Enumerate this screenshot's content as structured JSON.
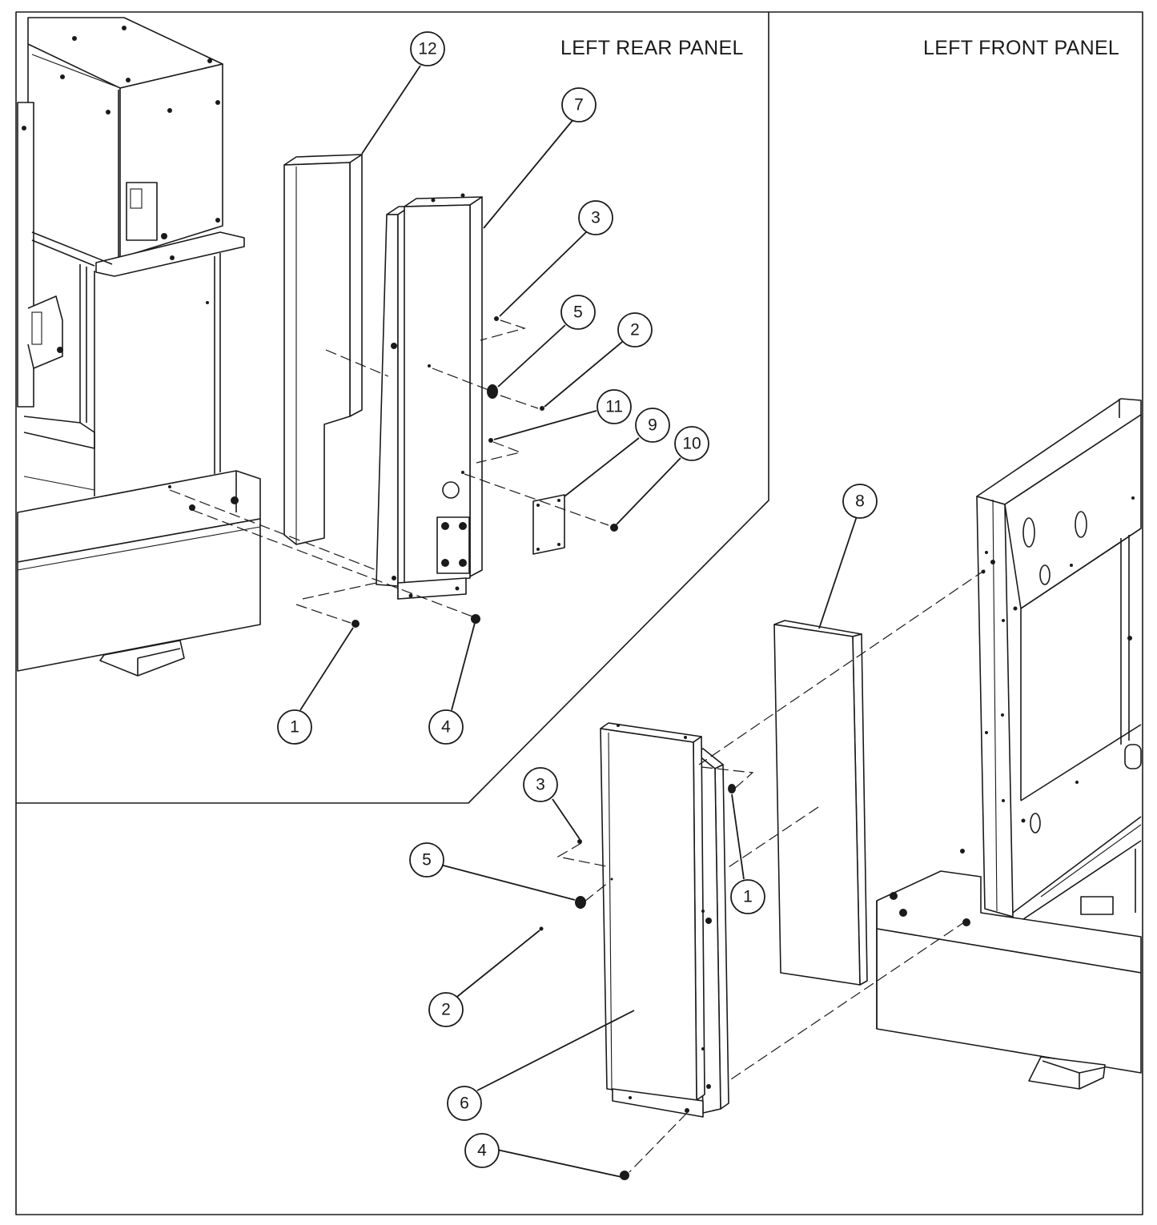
{
  "panels": {
    "rear_title": "LEFT REAR PANEL",
    "front_title": "LEFT FRONT PANEL"
  },
  "callouts": {
    "c12": "12",
    "c7": "7",
    "c3a": "3",
    "c5a": "5",
    "c2a": "2",
    "c11": "11",
    "c9": "9",
    "c10": "10",
    "c1a": "1",
    "c4a": "4",
    "c8": "8",
    "c3b": "3",
    "c5b": "5",
    "c1b": "1",
    "c2b": "2",
    "c6": "6",
    "c4b": "4"
  }
}
